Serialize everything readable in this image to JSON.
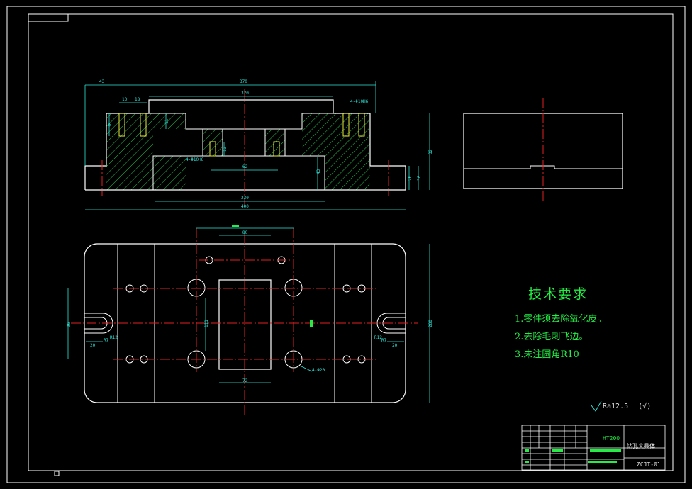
{
  "colors": {
    "background": "#000000",
    "outline": "#ffffff",
    "dimension": "#2ee6d8",
    "centerline": "#e02020",
    "hatch": "#22c84a",
    "hidden": "#e8e838",
    "note": "#22ee44"
  },
  "front_view": {
    "dims": {
      "overall_width": "370",
      "left_offset": "43",
      "slot_a": "13",
      "slot_b": "18",
      "top_span": "320",
      "hole_label_right": "4-Φ10H6",
      "hole_label_left": "4-Φ10H6",
      "bottom_span": "230",
      "base_width": "400",
      "center_span": "62",
      "height_right": "32",
      "height_a": "43",
      "height_b": "30",
      "height_c": "26",
      "pin_depth": "13",
      "left_height": "30",
      "step_height": "11"
    }
  },
  "top_view": {
    "dims": {
      "top_width": "80",
      "window_width": "72",
      "overall_height": "280",
      "left_height": "96",
      "inner_height": "111",
      "slot_left": "20",
      "slot_right": "20",
      "radius_left": "R12",
      "radius_small_left": "R7",
      "radius_right": "R12",
      "radius_small_right": "R7",
      "hole_label": "4-Φ20"
    }
  },
  "tech_requirements": {
    "title": "技术要求",
    "items": [
      "1.零件须去除氧化皮。",
      "2.去除毛刺飞边。",
      "3.未注圆角R10"
    ]
  },
  "roughness": {
    "value": "Ra12.5",
    "suffix": "(√)"
  },
  "title_block": {
    "material": "HT200",
    "part_name": "钻孔夹具体",
    "drawing_no": "ZCJT-01"
  }
}
